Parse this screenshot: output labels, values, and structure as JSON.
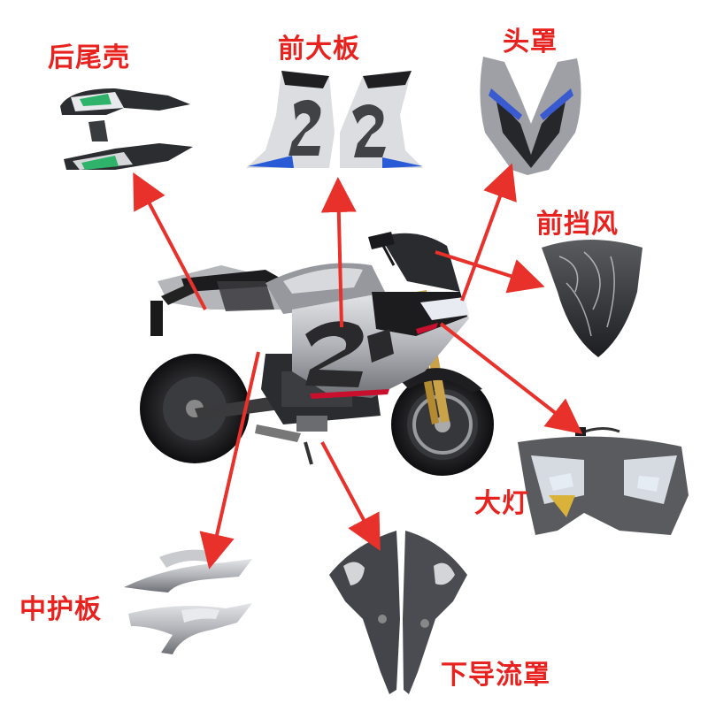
{
  "labels": {
    "tail_cover": "后尾壳",
    "front_panel": "前大板",
    "head_cover": "头罩",
    "windshield": "前挡风",
    "headlight": "大灯",
    "mid_guard": "中护板",
    "lower_fairing": "下导流罩"
  },
  "colors": {
    "label_red": "#e8231f",
    "arrow_red": "#e8312a",
    "body_black": "#1f1f22",
    "body_grey": "#a9abb0",
    "accent_green": "#2fb36a",
    "accent_red": "#c8102e"
  }
}
